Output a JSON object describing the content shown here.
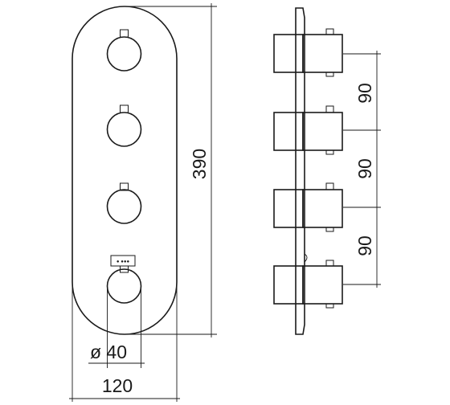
{
  "dimensions": {
    "height_label": "390",
    "width_label": "120",
    "diameter_label": "ø 40",
    "spacing_labels": [
      "90",
      "90",
      "90"
    ]
  },
  "front_view": {
    "knob_count": 4,
    "indicator_text": "● ●●●"
  },
  "side_view": {
    "knob_count": 4
  }
}
